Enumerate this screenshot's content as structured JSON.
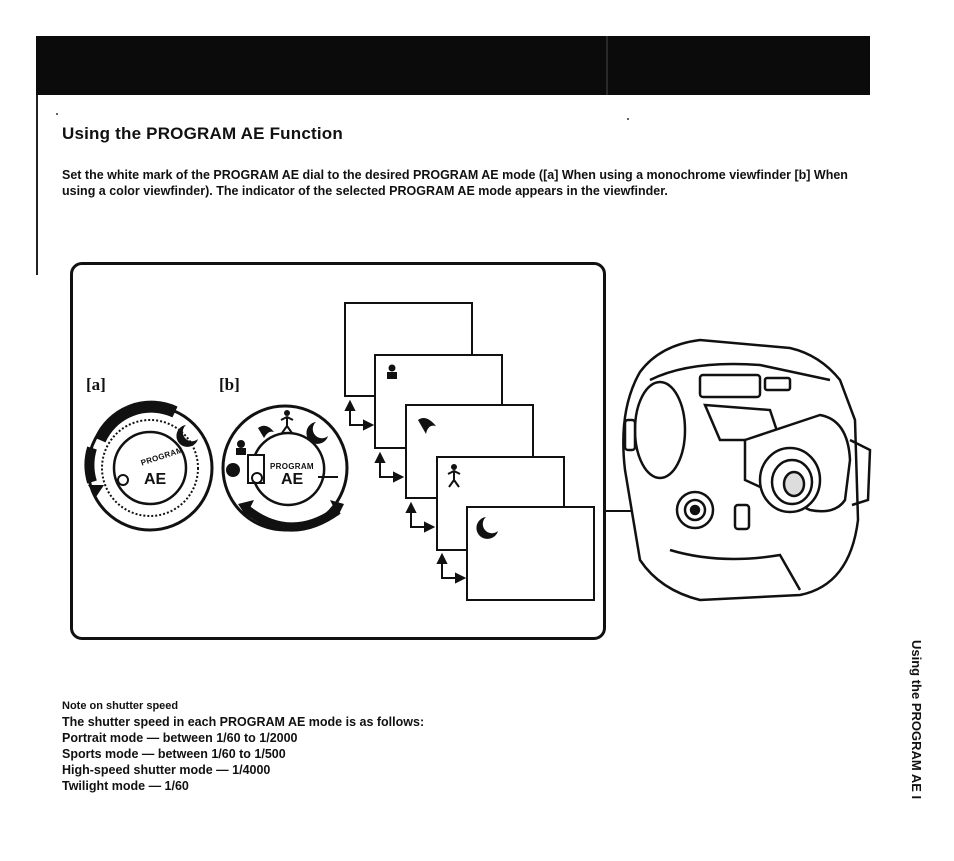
{
  "section": {
    "title": "Using the PROGRAM AE Function",
    "instructions": "Set the white mark of the PROGRAM AE dial to the desired PROGRAM AE mode ([a] When using a monochrome viewfinder [b] When using a color viewfinder). The indicator of the selected PROGRAM AE mode appears in the viewfinder."
  },
  "figure": {
    "dial_a_label": "[a]",
    "dial_b_label": "[b]",
    "dial_a_ring_text": "PROGRAM",
    "dial_a_center_text": "AE",
    "dial_b_ring_text": "PROGRAM",
    "dial_b_center_text": "AE",
    "mode_icons": [
      "portrait-icon",
      "sports-icon",
      "high-speed-shutter-icon",
      "twilight-icon"
    ]
  },
  "note": {
    "heading": "Note on shutter speed",
    "intro": "The shutter speed in each PROGRAM AE mode is as follows:",
    "lines": [
      "Portrait mode — between 1/60 to 1/2000",
      "Sports mode — between 1/60 to 1/500",
      "High-speed shutter mode — 1/4000",
      "Twilight mode — 1/60"
    ]
  },
  "side_tab": "Using the PROGRAM AE I"
}
